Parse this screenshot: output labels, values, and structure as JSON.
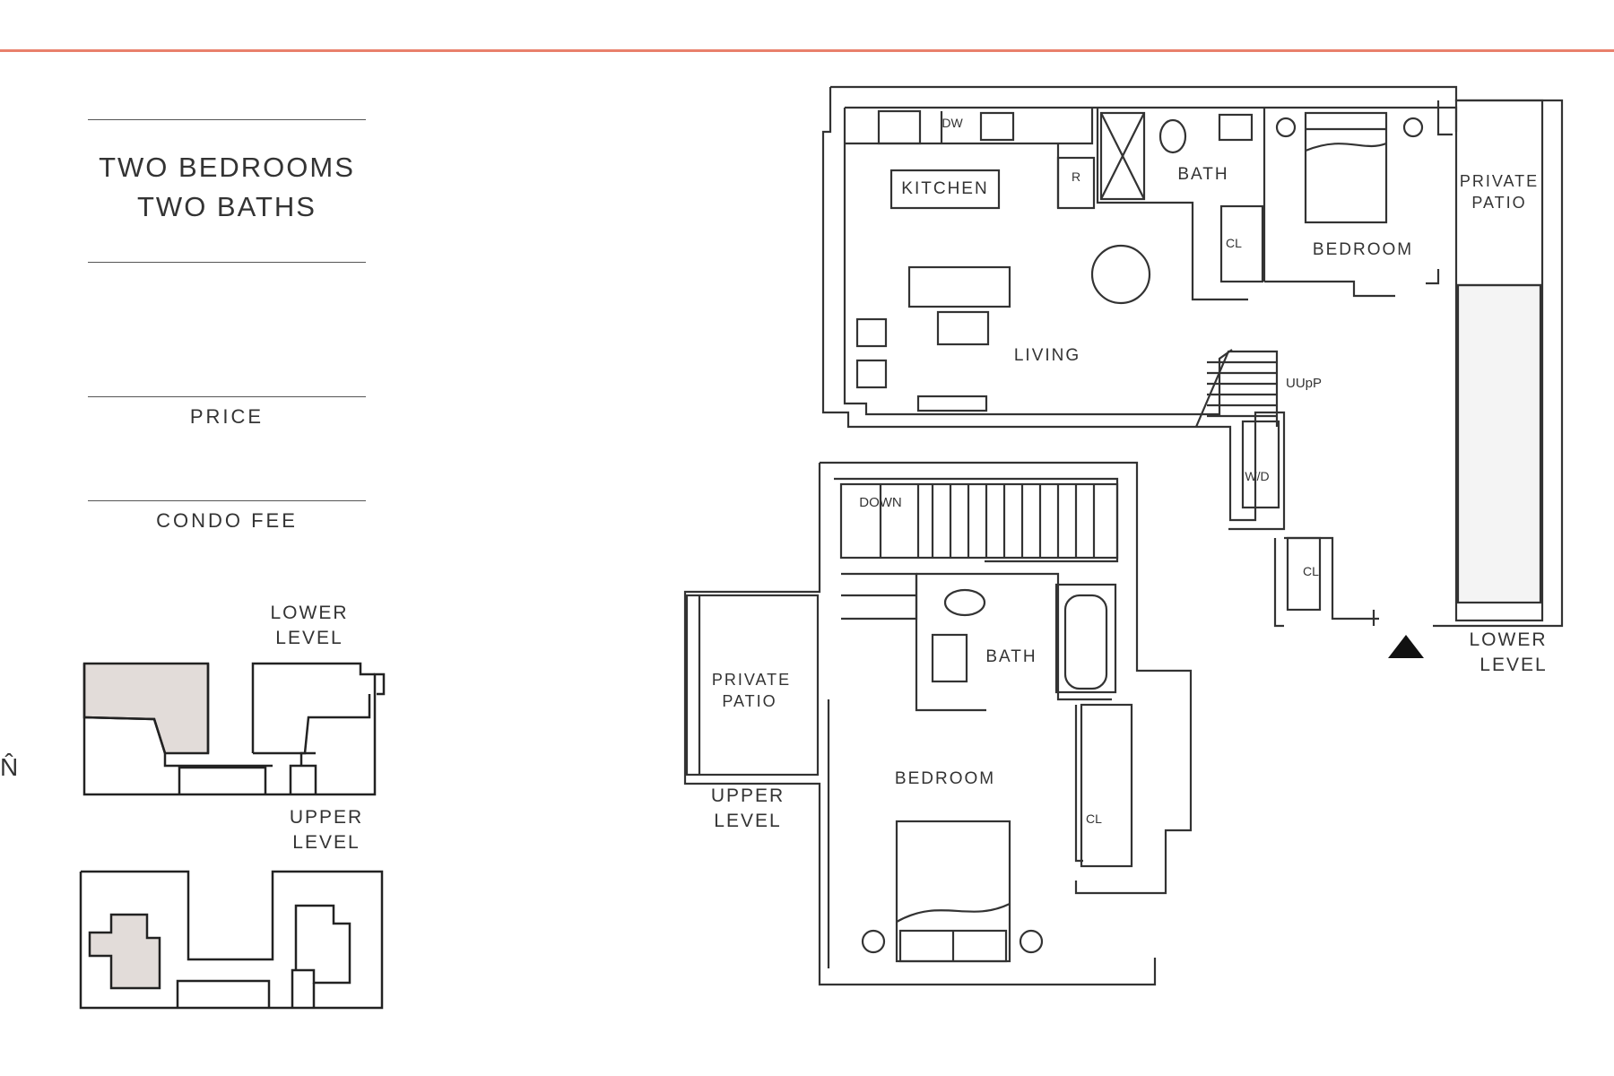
{
  "accent_color": "#e9806c",
  "unit_type": {
    "line1": "TWO BEDROOMS",
    "line2": "TWO BATHS"
  },
  "price_label": "PRICE",
  "condo_fee_label": "CONDO FEE",
  "key_plan": {
    "lower_level": {
      "line1": "LOWER",
      "line2": "LEVEL"
    },
    "upper_level": {
      "line1": "UPPER",
      "line2": "LEVEL"
    },
    "highlight_color": "#e2dcd9",
    "north_marker": "N̂"
  },
  "plan": {
    "upper_rooms": {
      "kitchen": "KITCHEN",
      "bath": "BATH",
      "bedroom": "BEDROOM",
      "private_patio_1": "PRIVATE",
      "private_patio_2": "PATIO",
      "living": "LIVING",
      "dw": "DW",
      "r": "R",
      "cl": "CL",
      "up": "UUpP",
      "wd": "W/D",
      "cl2": "CL"
    },
    "upper_level_caption": {
      "line1": "LOWER",
      "line2": "LEVEL"
    },
    "lower_rooms": {
      "down": "DOWN",
      "private_patio_1": "PRIVATE",
      "private_patio_2": "PATIO",
      "bath": "BATH",
      "bedroom": "BEDROOM",
      "cl": "CL"
    },
    "lower_level_caption": {
      "line1": "UPPER",
      "line2": "LEVEL"
    }
  }
}
